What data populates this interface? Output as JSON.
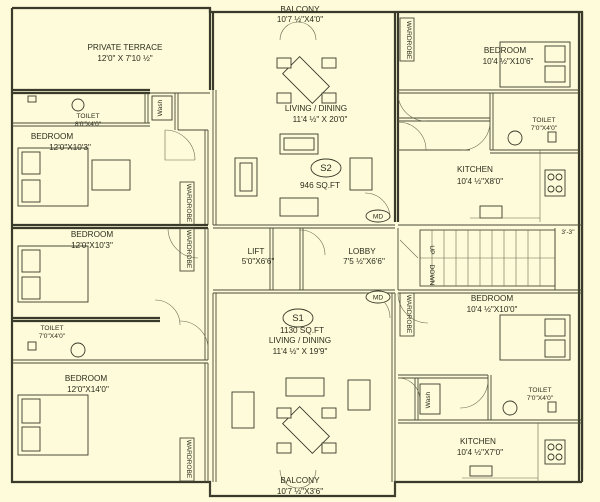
{
  "units": {
    "s2": {
      "label": "S2",
      "area": "946 SQ.FT"
    },
    "s1": {
      "label": "S1",
      "area": "1130 SQ.FT"
    }
  },
  "rooms": {
    "balcony_top": {
      "name": "BALCONY",
      "size": "10'7 ½\"X4'0\""
    },
    "private_terrace": {
      "name": "PRIVATE TERRACE",
      "size": "12'0\" X 7'10 ½\""
    },
    "bedroom_top_right": {
      "name": "BEDROOM",
      "size": "10'4 ½\"X10'6\""
    },
    "toilet_top_left": {
      "name": "TOILET",
      "size": "8'0\"X4'0\""
    },
    "bedroom_top_left": {
      "name": "BEDROOM",
      "size": "12'0\"X10'3\""
    },
    "living_dining_top": {
      "name": "LIVING / DINING",
      "size": "11'4 ½\" X 20'0\""
    },
    "toilet_top_right": {
      "name": "TOILET",
      "size": "7'0\"X4'0\""
    },
    "kitchen_top": {
      "name": "KITCHEN",
      "size": "10'4 ½\"X8'0\""
    },
    "bedroom_mid_left": {
      "name": "BEDROOM",
      "size": "12'0\"X10'3\""
    },
    "lift": {
      "name": "LIFT",
      "size": "5'0\"X6'6\""
    },
    "lobby": {
      "name": "LOBBY",
      "size": "7'5 ½\"X6'6\""
    },
    "bedroom_mid_right": {
      "name": "BEDROOM",
      "size": "10'4 ½\"X10'0\""
    },
    "toilet_mid_left": {
      "name": "TOILET",
      "size": "7'0\"X4'0\""
    },
    "living_dining_bottom": {
      "name": "LIVING / DINING",
      "size": "11'4 ½\" X 19'9\""
    },
    "bedroom_bottom_left": {
      "name": "BEDROOM",
      "size": "12'0\"X14'0\""
    },
    "toilet_bottom_right": {
      "name": "TOILET",
      "size": "7'0\"X4'0\""
    },
    "kitchen_bottom": {
      "name": "KITCHEN",
      "size": "10'4 ½\"X7'0\""
    },
    "balcony_bottom": {
      "name": "BALCONY",
      "size": "10'7 ½\"X3'6\""
    }
  },
  "labels": {
    "wardrobe": "WARDROBE",
    "wash": "Wash",
    "md": "MD",
    "up": "UP",
    "down": "DOWN",
    "stair_width": "3'-3\""
  },
  "colors": {
    "background": "#fdfbd9",
    "wall": "#3a3a2a"
  }
}
